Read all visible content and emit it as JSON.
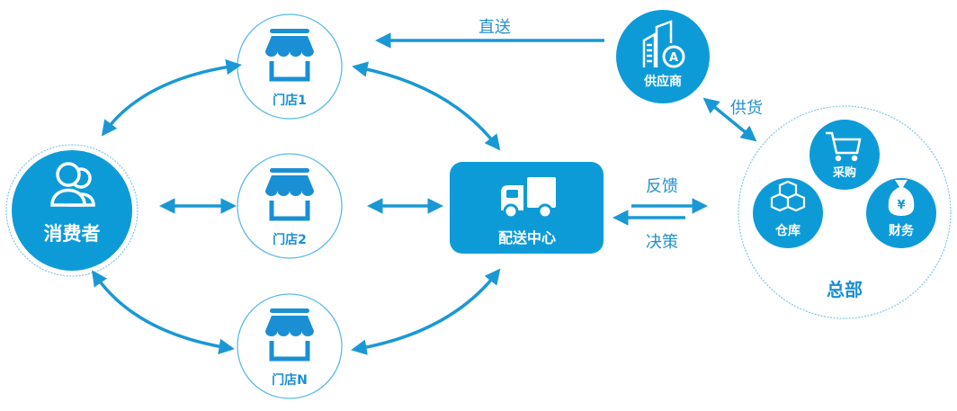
{
  "colors": {
    "primary": "#0d9bd8",
    "store_blue": "#1a8fd4",
    "arrow": "#1a98d5",
    "ring": "#5bbbe6",
    "dotted_ring": "#7cc6ea",
    "text_on_dark": "#ffffff"
  },
  "nodes": {
    "consumer": {
      "label": "消费者",
      "icon": "users-icon"
    },
    "store1": {
      "label": "门店1",
      "icon": "storefront-icon"
    },
    "store2": {
      "label": "门店2",
      "icon": "storefront-icon"
    },
    "storeN": {
      "label": "门店N",
      "icon": "storefront-icon"
    },
    "distribution_center": {
      "label": "配送中心",
      "icon": "truck-icon"
    },
    "supplier": {
      "label": "供应商",
      "icon": "building-icon"
    },
    "headquarters": {
      "label": "总部",
      "departments": [
        {
          "label": "采购",
          "icon": "shopping-cart-icon"
        },
        {
          "label": "仓库",
          "icon": "boxes-icon"
        },
        {
          "label": "财务",
          "icon": "money-bag-icon"
        }
      ]
    }
  },
  "edges": {
    "direct_delivery": "直送",
    "feedback": "反馈",
    "decision": "决策",
    "supply": "供货"
  }
}
